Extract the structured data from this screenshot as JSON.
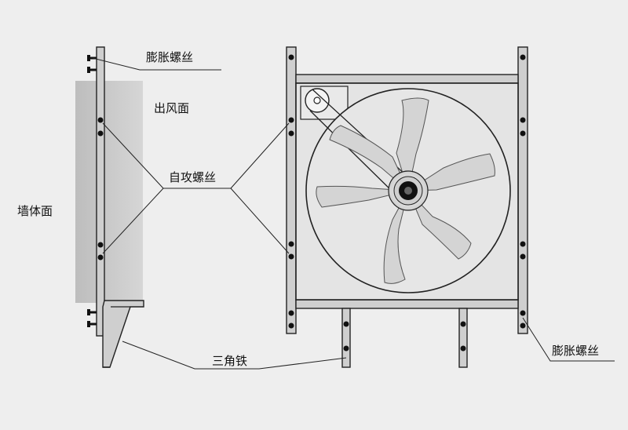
{
  "labels": {
    "expansion_bolt_top": "膨胀螺丝",
    "outlet_face": "出风面",
    "self_tapping_screw": "自攻螺丝",
    "wall_face": "墙体面",
    "angle_iron": "三角铁",
    "expansion_bolt_bottom": "膨胀螺丝"
  },
  "colors": {
    "background": "#eeeeee",
    "frame": "#c8c8c8",
    "panel": "#e2e2e2",
    "wall": "#c4c4c4",
    "line": "#222222",
    "blade": "#d4d4d4"
  }
}
